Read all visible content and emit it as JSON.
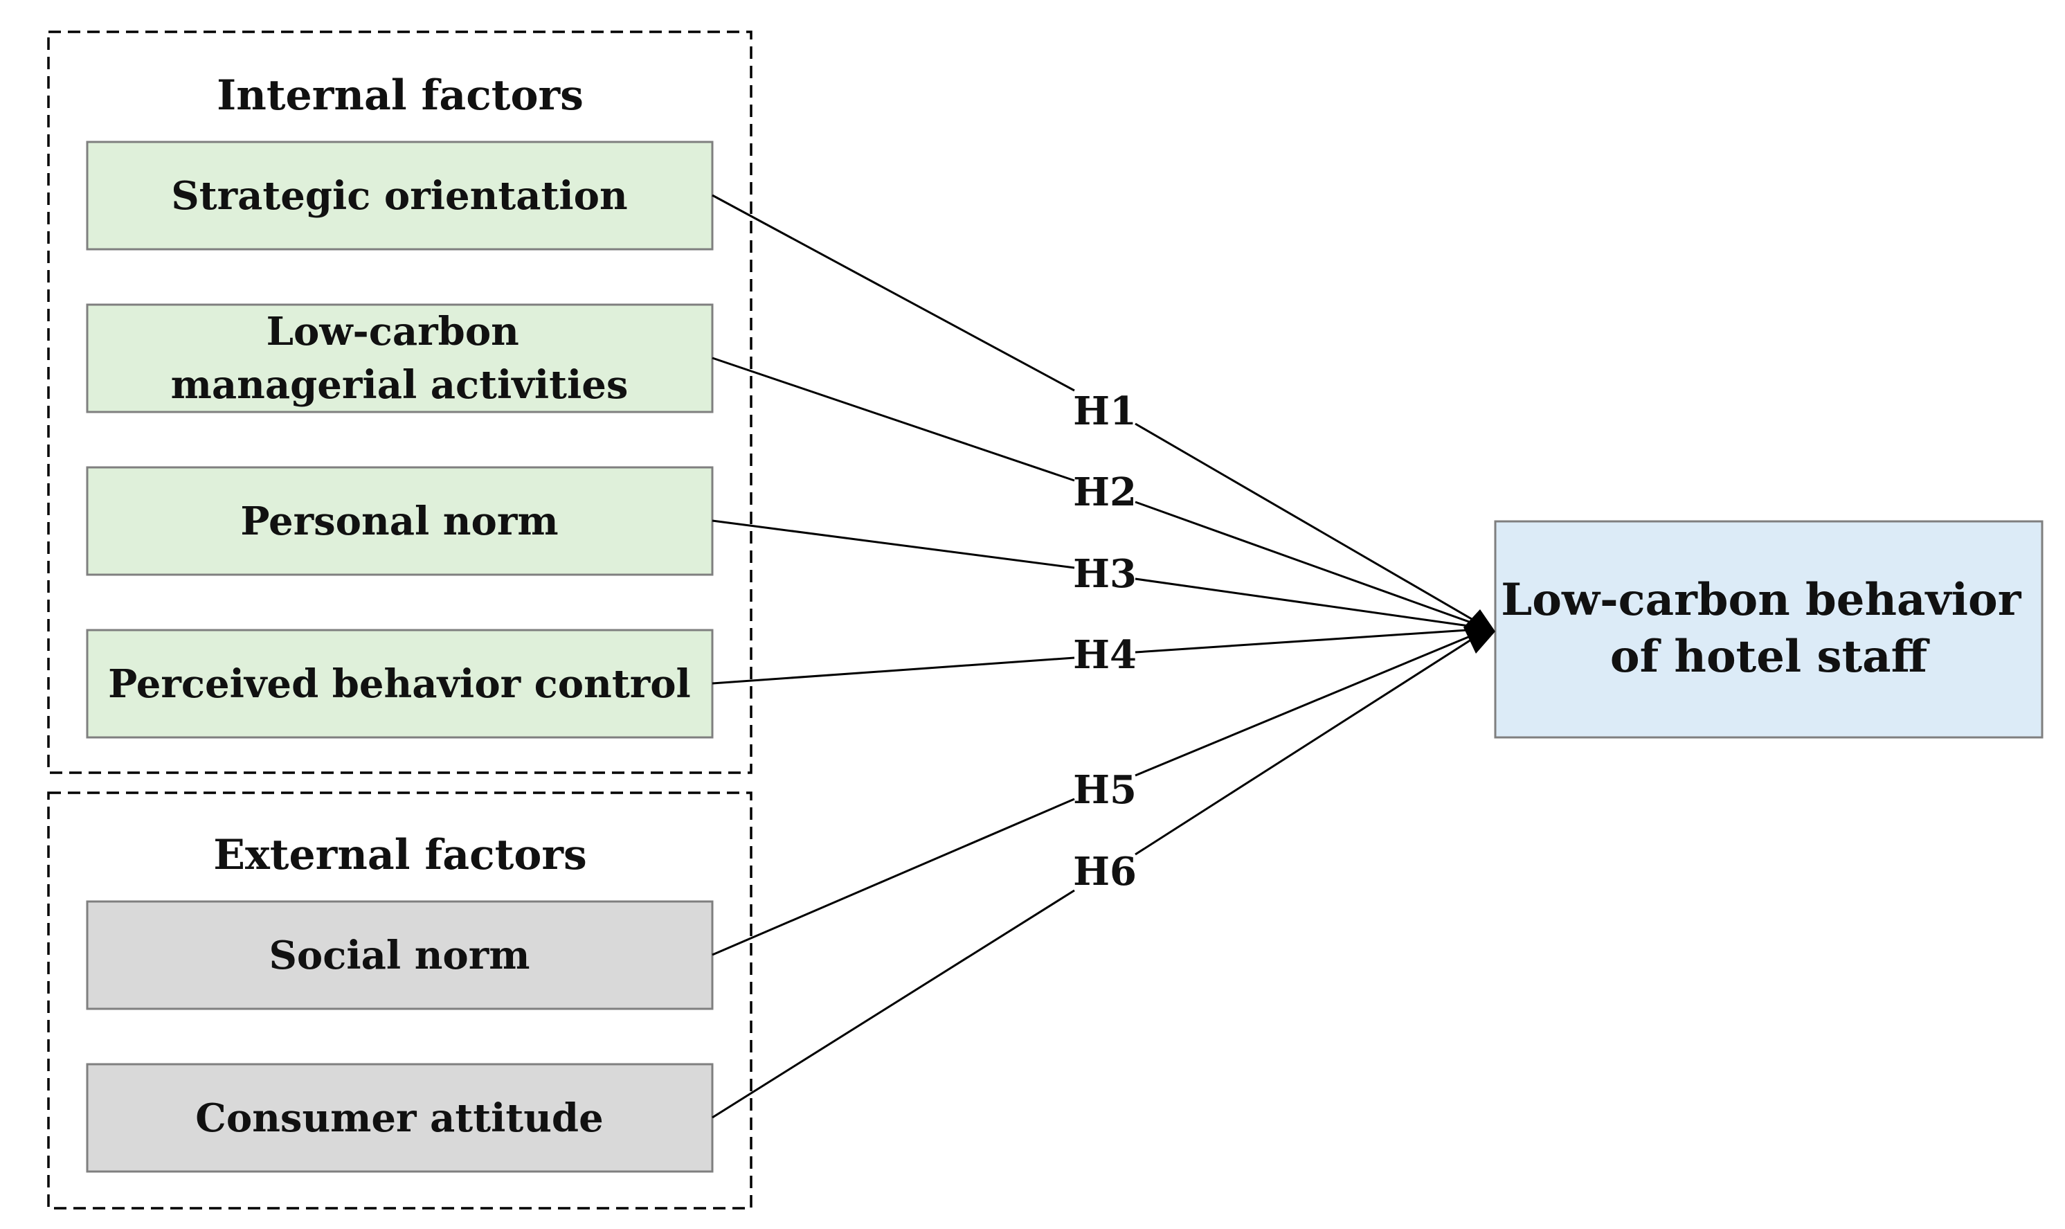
{
  "groups": {
    "internal": {
      "title": "Internal factors",
      "items": [
        {
          "lines": [
            "Strategic orientation"
          ]
        },
        {
          "lines": [
            "Low-carbon",
            "managerial activities"
          ]
        },
        {
          "lines": [
            "Personal norm"
          ]
        },
        {
          "lines": [
            "Perceived behavior control"
          ]
        }
      ]
    },
    "external": {
      "title": "External factors",
      "items": [
        {
          "lines": [
            "Social norm"
          ]
        },
        {
          "lines": [
            "Consumer attitude"
          ]
        }
      ]
    }
  },
  "target": {
    "lines": [
      "Low-carbon behavior",
      "of hotel staff"
    ]
  },
  "hypotheses": [
    "H1",
    "H2",
    "H3",
    "H4",
    "H5",
    "H6"
  ],
  "colors": {
    "internal_fill": "#dff0da",
    "external_fill": "#d9d9d9",
    "target_fill": "#dcebf7",
    "box_stroke": "#7f7f7f",
    "line": "#000000"
  }
}
